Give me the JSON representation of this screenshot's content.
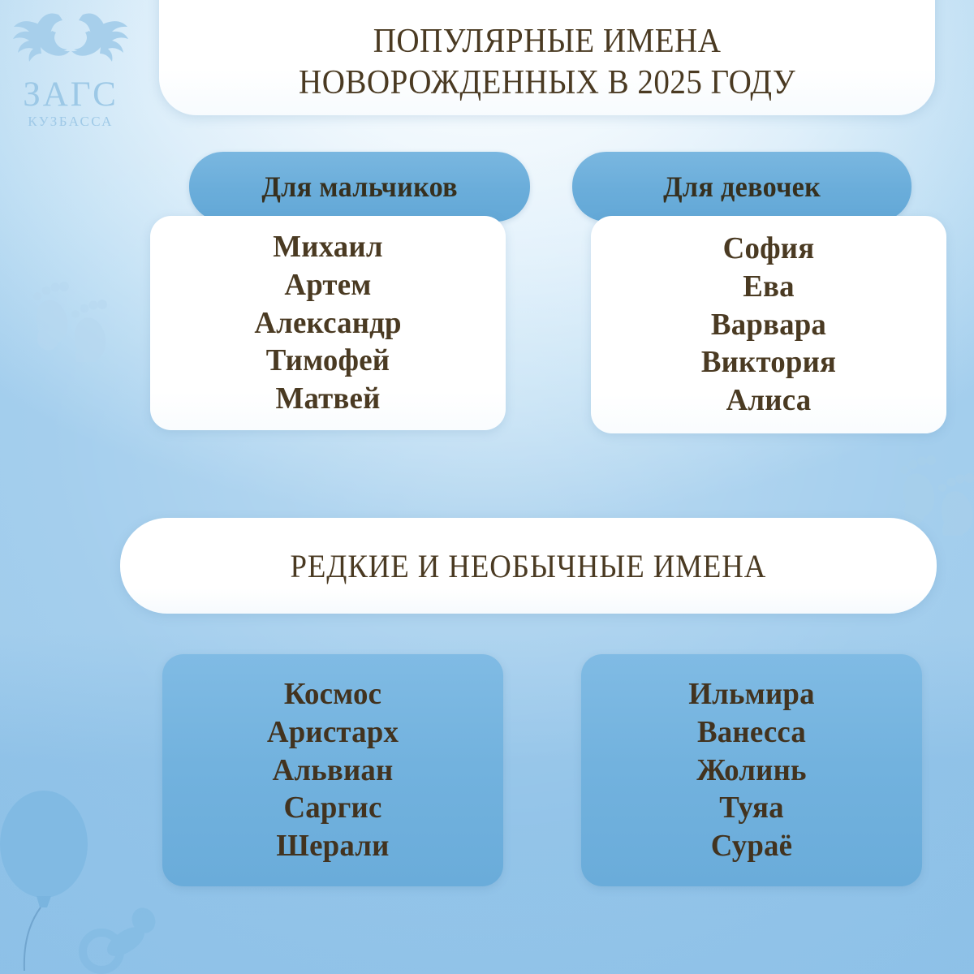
{
  "brand": {
    "logo_icon": "two-swans-icon",
    "name": "ЗАГС",
    "subtitle": "КУЗБАССА"
  },
  "header": {
    "title": "ПОПУЛЯРНЫЕ ИМЕНА\nНОВОРОЖДЕННЫХ В 2025 ГОДУ"
  },
  "popular": {
    "boys": {
      "heading": "Для мальчиков",
      "names": [
        "Михаил",
        "Артем",
        "Александр",
        "Тимофей",
        "Матвей"
      ]
    },
    "girls": {
      "heading": "Для девочек",
      "names": [
        "София",
        "Ева",
        "Варвара",
        "Виктория",
        "Алиса"
      ]
    }
  },
  "rare": {
    "banner": "РЕДКИЕ И НЕОБЫЧНЫЕ ИМЕНА",
    "boys": {
      "names": [
        "Космос",
        "Аристарх",
        "Альвиан",
        "Саргис",
        "Шерали"
      ]
    },
    "girls": {
      "names": [
        "Ильмира",
        "Ванесса",
        "Жолинь",
        "Туяа",
        "Сураё"
      ]
    }
  },
  "decorations": [
    {
      "icon": "baby-footprints-icon",
      "position": "left-middle"
    },
    {
      "icon": "baby-footprints-icon",
      "position": "right-middle"
    },
    {
      "icon": "balloon-icon",
      "position": "bottom-left"
    },
    {
      "icon": "pacifier-icon",
      "position": "bottom-left"
    }
  ],
  "colors": {
    "background_blue": "#8ec2e8",
    "accent_blue": "#6aadda",
    "card_white": "#ffffff",
    "text_brown": "#4a3a22",
    "logo_blue": "#9cc8e6"
  }
}
